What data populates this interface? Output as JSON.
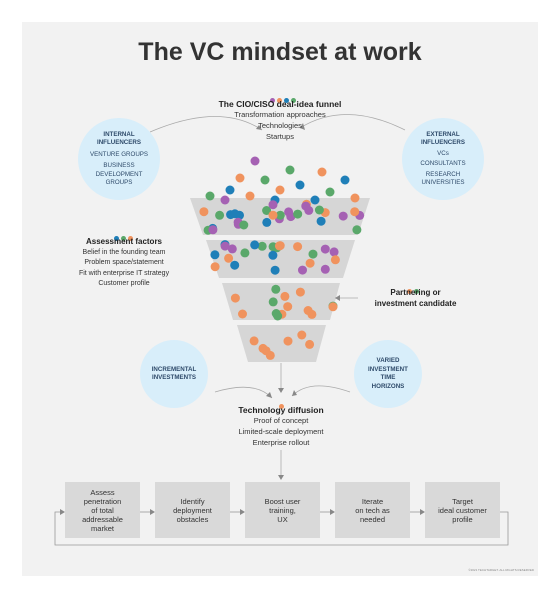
{
  "title": "The VC mindset at work",
  "funnel": {
    "header": "The CIO/CISO deal-idea funnel",
    "items": [
      "Transformation approaches",
      "Technologies",
      "Startups"
    ]
  },
  "internal": {
    "lines": [
      "INTERNAL",
      "INFLUENCERS",
      "VENTURE GROUPS",
      "BUSINESS",
      "DEVELOPMENT",
      "GROUPS"
    ]
  },
  "external": {
    "lines": [
      "EXTERNAL",
      "INFLUENCERS",
      "VCs",
      "CONSULTANTS",
      "RESEARCH",
      "UNIVERSITIES"
    ]
  },
  "assessment": {
    "header": "Assessment factors",
    "items": [
      "Belief in the founding team",
      "Problem space/statement",
      "Fit with enterprise IT strategy",
      "Customer profile"
    ]
  },
  "partnering": {
    "lines": [
      "Partnering or",
      "investment candidate"
    ]
  },
  "incremental": {
    "lines": [
      "INCREMENTAL",
      "INVESTMENTS"
    ]
  },
  "varied": {
    "lines": [
      "VARIED",
      "INVESTMENT",
      "TIME",
      "HORIZONS"
    ]
  },
  "diffusion": {
    "header": "Technology diffusion",
    "items": [
      "Proof of concept",
      "Limited-scale deployment",
      "Enterprise rollout"
    ]
  },
  "steps": [
    {
      "lines": [
        "Assess",
        "penetration",
        "of total",
        "addressable",
        "market"
      ]
    },
    {
      "lines": [
        "Identify",
        "deployment",
        "obstacles"
      ]
    },
    {
      "lines": [
        "Boost user",
        "training,",
        "UX"
      ]
    },
    {
      "lines": [
        "Iterate",
        "on tech as",
        "needed"
      ]
    },
    {
      "lines": [
        "Target",
        "ideal customer",
        "profile"
      ]
    }
  ],
  "footer": "©2021 TECHTARGET. ALL RIGHTS RESERVED",
  "colors": {
    "purple": "#a561b3",
    "orange": "#f0935e",
    "blue": "#1f7fb8",
    "green": "#5aa86a",
    "funnel": "#d6d6d6",
    "circle": "#d8eefa"
  }
}
